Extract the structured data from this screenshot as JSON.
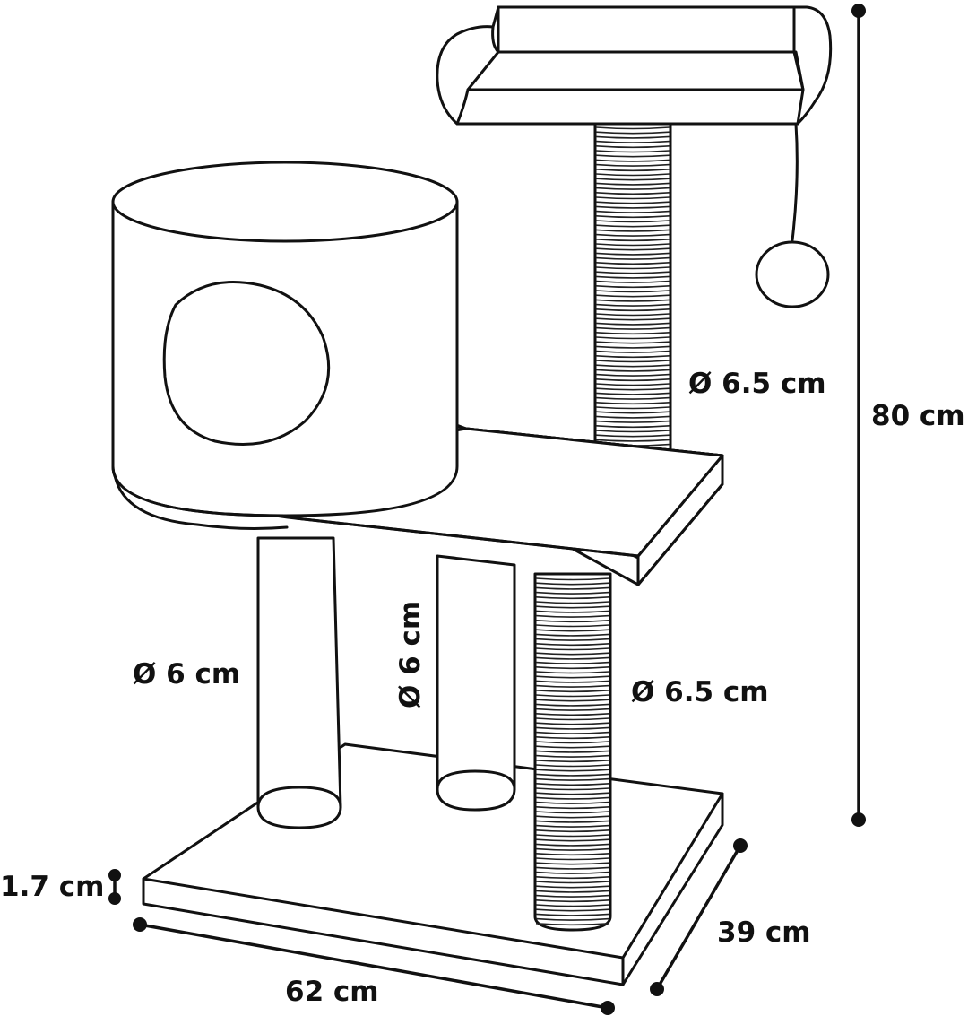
{
  "diagram": {
    "labels": {
      "top_post_diameter": "Ø 6.5 cm",
      "height": "80 cm",
      "left_post_diameter": "Ø 6 cm",
      "middle_post_diameter": "Ø 6 cm",
      "lower_post_diameter": "Ø 6.5 cm",
      "base_thickness": "1.7 cm",
      "width": "62 cm",
      "depth": "39 cm"
    },
    "colors": {
      "line": "#111111",
      "background": "#ffffff"
    }
  }
}
